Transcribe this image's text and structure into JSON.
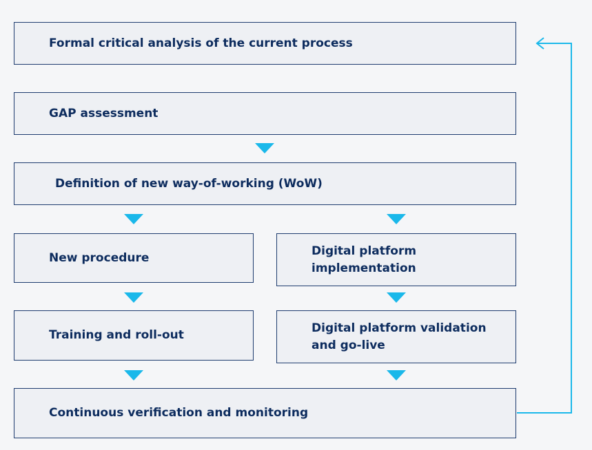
{
  "colors": {
    "background": "#f5f6f8",
    "box_fill": "#eef0f4",
    "box_border": "#1d3b6e",
    "text": "#0d2c5e",
    "arrow": "#1ab8ea"
  },
  "steps": {
    "analysis": "Formal critical analysis of the current process",
    "gap": "GAP assessment",
    "wow": "Definition of new way-of-working (WoW)",
    "procedure": "New procedure",
    "platform_impl": "Digital platform implementation",
    "training": "Training and roll-out",
    "platform_validation": "Digital platform validation and go-live",
    "monitoring": "Continuous verification and monitoring"
  }
}
